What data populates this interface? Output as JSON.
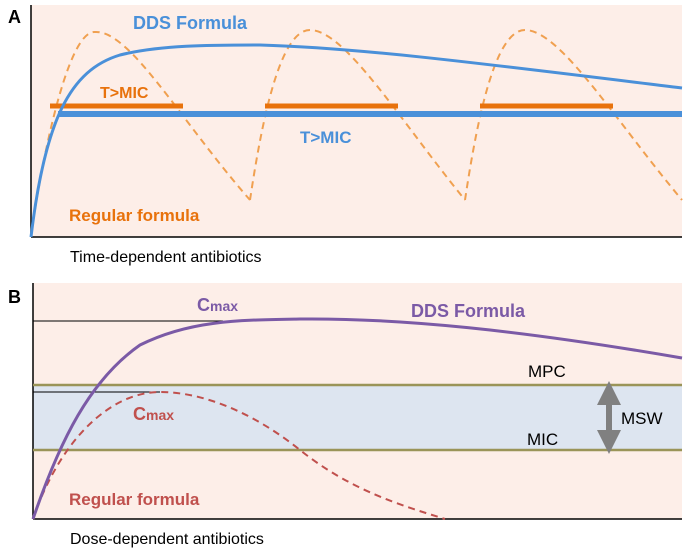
{
  "panel_a": {
    "letter": "A",
    "caption": "Time-dependent antibiotics",
    "dds_label": "DDS Formula",
    "regular_label": "Regular formula",
    "tmic_regular_label": "T>MIC",
    "tmic_dds_label": "T>MIC"
  },
  "panel_b": {
    "letter": "B",
    "caption": "Dose-dependent antibiotics",
    "dds_label": "DDS Formula",
    "regular_label": "Regular formula",
    "cmax_dds_label": {
      "main": "C",
      "sub": "max"
    },
    "cmax_regular_label": {
      "main": "C",
      "sub": "max"
    },
    "mpc_label": "MPC",
    "mic_label": "MIC",
    "msw_label": "MSW"
  },
  "colors": {
    "background": "#fdeee8",
    "window_band": "#dde5f0",
    "dds_blue": "#4a90d9",
    "regular_orange": "#e8720c",
    "regular_orange_dashed": "#f0a050",
    "dds_purple": "#7b5aa6",
    "regular_red": "#c0504d",
    "threshold_olive": "#9a9458",
    "arrow_gray": "#808080"
  },
  "icons": {
    "msw_arrow": "double-headed-vertical-arrow"
  }
}
